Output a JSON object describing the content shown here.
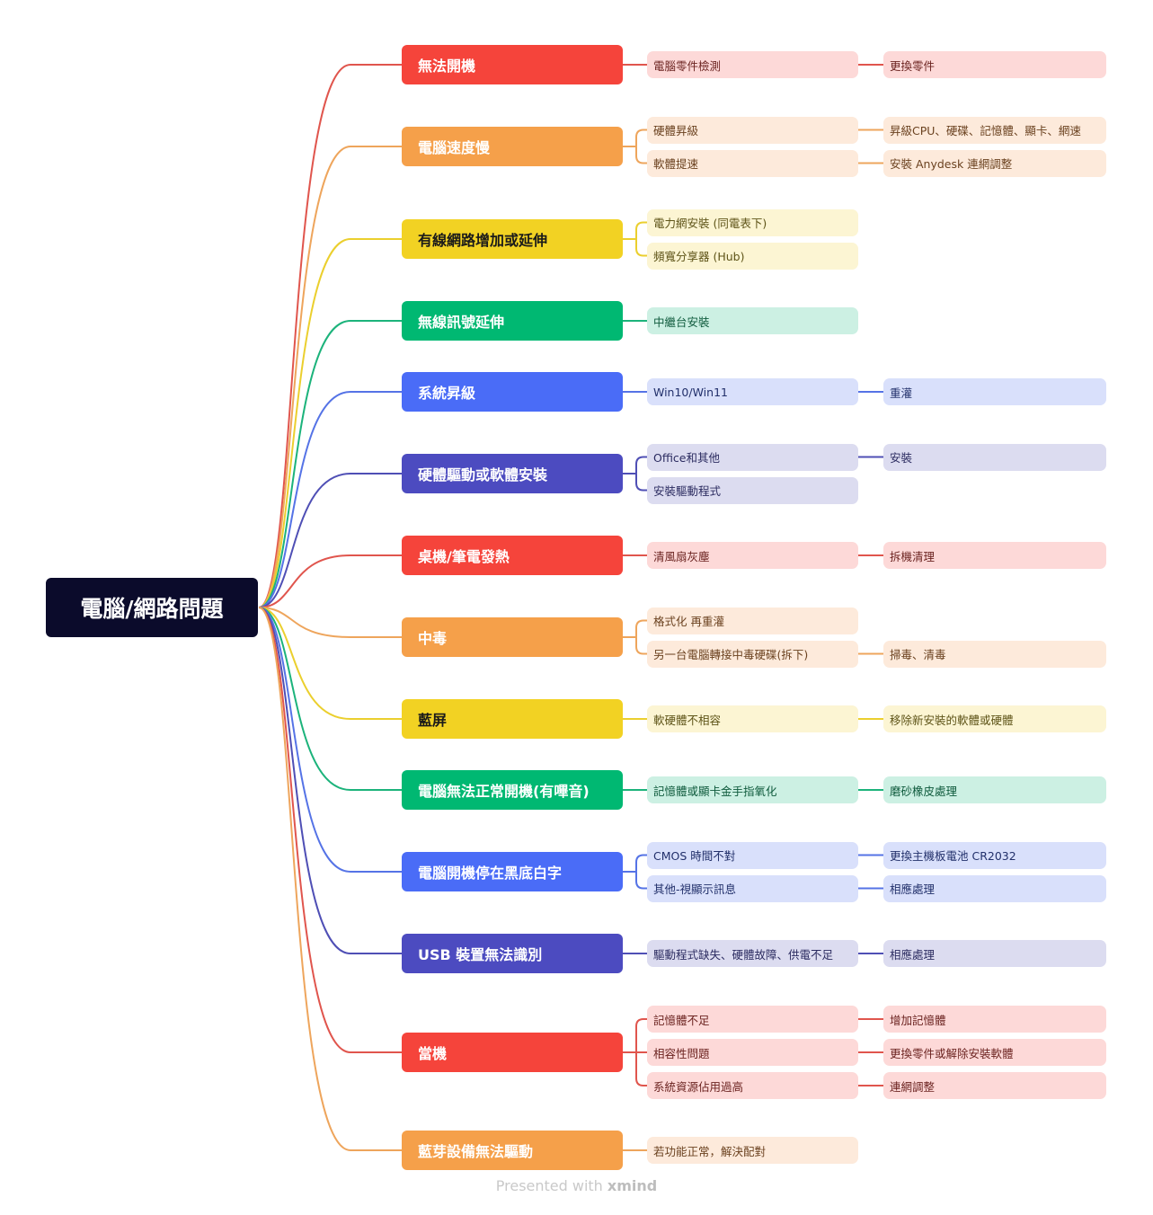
{
  "root": {
    "label": "電腦/網路問題"
  },
  "colors": {
    "red": {
      "main": "#f5443b",
      "light": "#fdd9d8",
      "text": "#6b2320",
      "line": "#e0554d"
    },
    "orange": {
      "main": "#f5a04a",
      "light": "#fdeadb",
      "text": "#6b4220",
      "line": "#eea55c"
    },
    "yellow": {
      "main": "#f2d223",
      "light": "#fcf5d3",
      "text": "#5e5418",
      "line": "#ebcf2e"
    },
    "green": {
      "main": "#00b872",
      "light": "#ccf0e3",
      "text": "#0e5a3c",
      "line": "#1cb37b"
    },
    "blue": {
      "main": "#4a6cf7",
      "light": "#d9e0fb",
      "text": "#22306b",
      "line": "#5573e6"
    },
    "indigo": {
      "main": "#4c4bc0",
      "light": "#dcdcf0",
      "text": "#2b2b60",
      "line": "#4f4fb5"
    }
  },
  "topics": [
    {
      "label": "無法開機",
      "color": "red",
      "children": [
        {
          "label": "電腦零件檢測",
          "children": [
            "更換零件"
          ]
        }
      ]
    },
    {
      "label": "電腦速度慢",
      "color": "orange",
      "children": [
        {
          "label": "硬體昇級",
          "children": [
            "昇級CPU、硬碟、記憶體、顯卡、網速"
          ]
        },
        {
          "label": "軟體提速",
          "children": [
            "安裝 Anydesk 連網調整"
          ]
        }
      ]
    },
    {
      "label": "有線網路增加或延伸",
      "color": "yellow",
      "children": [
        {
          "label": "電力網安裝 (同電表下)",
          "children": []
        },
        {
          "label": "頻寬分享器 (Hub)",
          "children": []
        }
      ]
    },
    {
      "label": "無線訊號延伸",
      "color": "green",
      "children": [
        {
          "label": "中繼台安裝",
          "children": []
        }
      ]
    },
    {
      "label": "系統昇級",
      "color": "blue",
      "children": [
        {
          "label": "Win10/Win11",
          "children": [
            "重灌"
          ]
        }
      ]
    },
    {
      "label": "硬體驅動或軟體安裝",
      "color": "indigo",
      "children": [
        {
          "label": "Office和其他",
          "children": [
            "安裝"
          ]
        },
        {
          "label": "安裝驅動程式",
          "children": []
        }
      ]
    },
    {
      "label": "桌機/筆電發熱",
      "color": "red",
      "children": [
        {
          "label": "清風扇灰塵",
          "children": [
            "拆機清理"
          ]
        }
      ]
    },
    {
      "label": "中毒",
      "color": "orange",
      "children": [
        {
          "label": "格式化 再重灌",
          "children": []
        },
        {
          "label": "另一台電腦轉接中毒硬碟(拆下)",
          "children": [
            "掃毒、清毒"
          ]
        }
      ]
    },
    {
      "label": "藍屏",
      "color": "yellow",
      "children": [
        {
          "label": "軟硬體不相容",
          "children": [
            "移除新安裝的軟體或硬體"
          ]
        }
      ]
    },
    {
      "label": "電腦無法正常開機(有嗶音)",
      "color": "green",
      "children": [
        {
          "label": "記憶體或顯卡金手指氧化",
          "children": [
            "磨砂橡皮處理"
          ]
        }
      ]
    },
    {
      "label": "電腦開機停在黑底白字",
      "color": "blue",
      "children": [
        {
          "label": "CMOS 時間不對",
          "children": [
            "更換主機板電池 CR2032"
          ]
        },
        {
          "label": "其他-視顯示訊息",
          "children": [
            "相應處理"
          ]
        }
      ]
    },
    {
      "label": "USB 裝置無法識別",
      "color": "indigo",
      "children": [
        {
          "label": "驅動程式缺失、硬體故障、供電不足",
          "children": [
            "相應處理"
          ]
        }
      ]
    },
    {
      "label": "當機",
      "color": "red",
      "children": [
        {
          "label": "記憶體不足",
          "children": [
            "增加記憶體"
          ]
        },
        {
          "label": "相容性問題",
          "children": [
            "更換零件或解除安裝軟體"
          ]
        },
        {
          "label": "系統資源佔用過高",
          "children": [
            "連網調整"
          ]
        }
      ]
    },
    {
      "label": "藍芽設備無法驅動",
      "color": "orange",
      "children": [
        {
          "label": "若功能正常，解決配對",
          "children": []
        }
      ]
    }
  ],
  "footer": {
    "prefix": "Presented with",
    "brand": "xmind"
  }
}
